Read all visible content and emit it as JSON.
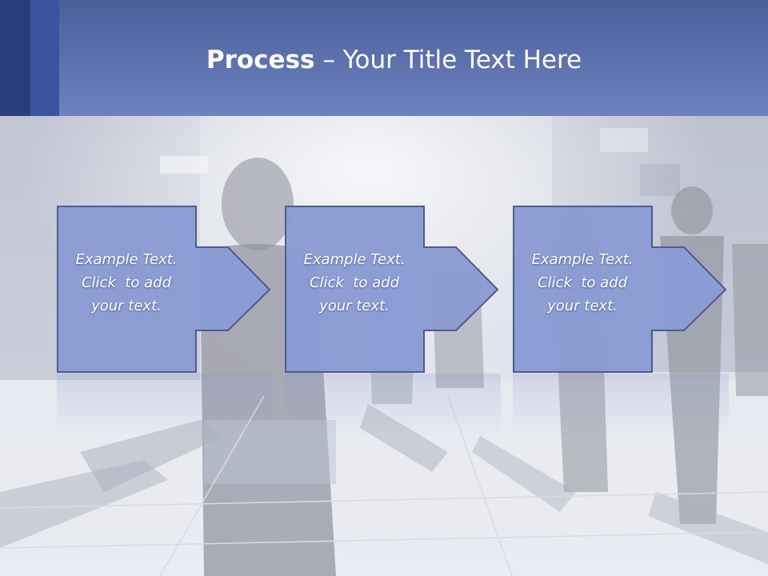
{
  "title": {
    "bold": "Process",
    "rest": " – Your Title Text Here"
  },
  "steps": [
    {
      "line1": "Example Text.",
      "line2": "Click  to add",
      "line3": "your text."
    },
    {
      "line1": "Example Text.",
      "line2": "Click  to add",
      "line3": "your text."
    },
    {
      "line1": "Example Text.",
      "line2": "Click  to add",
      "line3": "your text."
    }
  ],
  "colors": {
    "header": "#5a6eaa",
    "header_strip_dark": "#2b3e7c",
    "header_strip_mid": "#3b53a0",
    "box_fill": "#8a9bd4",
    "box_stroke": "#4e5c8c"
  }
}
